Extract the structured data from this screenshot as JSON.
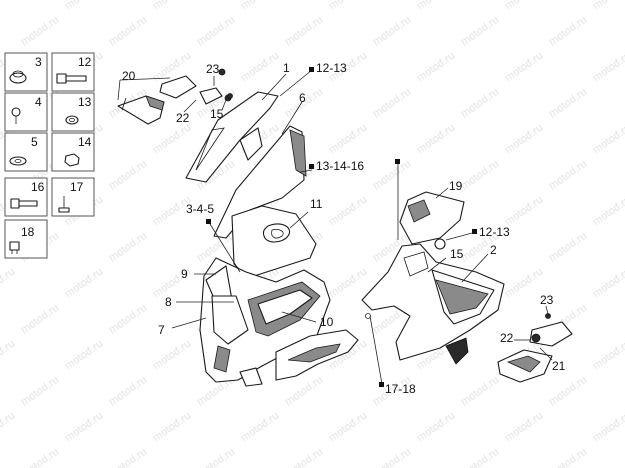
{
  "watermark": "motod.ru",
  "colors": {
    "line": "#1a1a1a",
    "shade": "#8a8a8a",
    "box_border": "#555555",
    "watermark": "#e4e4e4"
  },
  "hardware_boxes": [
    {
      "label": "3",
      "icon": "grommet-icon"
    },
    {
      "label": "12",
      "icon": "screw-icon"
    },
    {
      "label": "4",
      "icon": "screw-icon"
    },
    {
      "label": "13",
      "icon": "bushing-icon"
    },
    {
      "label": "5",
      "icon": "washer-icon"
    },
    {
      "label": "14",
      "icon": "nut-icon"
    },
    {
      "label": "16",
      "icon": "bolt-icon"
    },
    {
      "label": "17",
      "icon": "stud-icon"
    },
    {
      "label": "18",
      "icon": "clip-icon"
    }
  ],
  "callouts": {
    "c1": "1",
    "c2": "2",
    "c6": "6",
    "c7": "7",
    "c8": "8",
    "c9": "9",
    "c10": "10",
    "c11": "11",
    "c15a": "15",
    "c15b": "15",
    "c19": "19",
    "c20": "20",
    "c21": "21",
    "c22a": "22",
    "c22b": "22",
    "c23a": "23",
    "c23b": "23",
    "c345": "3-4-5",
    "c1213a": "12-13",
    "c1213b": "12-13",
    "c131416": "13-14-16",
    "c1718": "17-18"
  }
}
